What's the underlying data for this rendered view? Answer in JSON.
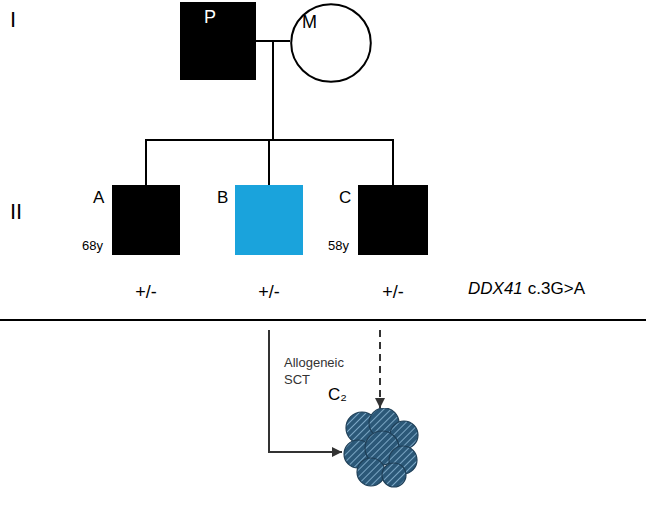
{
  "diagram": {
    "nodes": [
      {
        "text": [
          "P"
        ]
      },
      {
        "text": [
          "M"
        ]
      },
      {
        "text": [
          "A",
          "68y"
        ]
      },
      {
        "text": [
          "B"
        ]
      },
      {
        "text": [
          "C",
          "58y"
        ]
      },
      {
        "text": [
          "C₂"
        ]
      }
    ],
    "edges": [
      {
        "from": 0,
        "to": 1,
        "arrow": "none"
      },
      {
        "from": 0,
        "to": 2,
        "arrow": "none"
      },
      {
        "from": 0,
        "to": 3,
        "arrow": "none"
      },
      {
        "from": 0,
        "to": 4,
        "arrow": "none"
      },
      {
        "from": 1,
        "to": 2,
        "arrow": "none"
      },
      {
        "from": 1,
        "to": 3,
        "arrow": "none"
      },
      {
        "from": 1,
        "to": 4,
        "arrow": "none"
      },
      {
        "from": 3,
        "to": 5,
        "label": "Allogeneic SCT",
        "arrow": "to"
      },
      {
        "from": 4,
        "to": 5,
        "arrow": "to"
      }
    ],
    "labels": [
      "I",
      "II",
      "+/-",
      "+/-",
      "+/-",
      "DDX41",
      "c.3G>A"
    ]
  }
}
